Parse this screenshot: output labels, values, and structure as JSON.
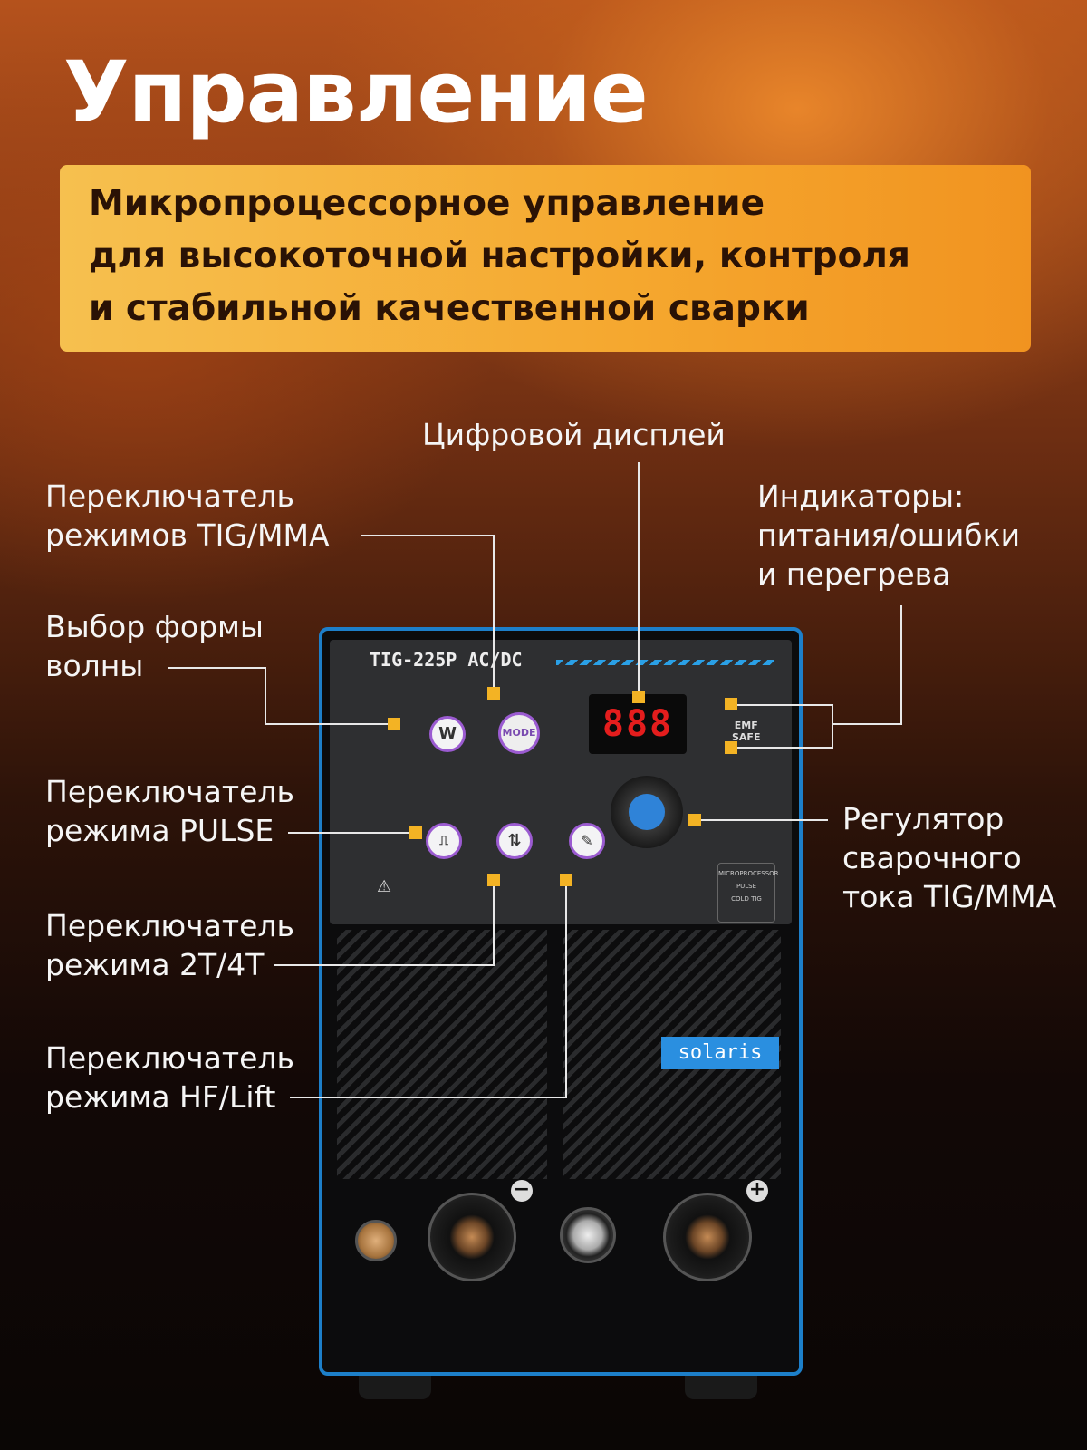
{
  "heading": "Управление",
  "banner": "Микропроцессорное управление\nдля высокоточной настройки, контроля\nи стабильной качественной сварки",
  "labels": {
    "display": "Цифровой дисплей",
    "tig_mma": "Переключатель\nрежимов TIG/MMA",
    "indicators": "Индикаторы:\nпитания/ошибки\nи перегрева",
    "waveform": "Выбор формы\nволны",
    "pulse": "Переключатель\nрежима PULSE",
    "current": "Регулятор\nсварочного\nтока TIG/MMA",
    "t2t4": "Переключатель\nрежима 2T/4T",
    "hflift": "Переключатель\nрежима HF/Lift"
  },
  "device": {
    "model": "TIG-225P AC/DC",
    "display_value": "888",
    "mode_button": "MODE",
    "wave_button": "W",
    "badge": "MICROPROCESSOR\nPULSE\nCOLD TIG",
    "emf": "EMF\nSAFE",
    "brand": "solaris",
    "minus": "−",
    "plus": "+"
  },
  "colors": {
    "accent": "#f3b324",
    "device_blue": "#1d7fc9",
    "banner": "#f5a72e"
  }
}
